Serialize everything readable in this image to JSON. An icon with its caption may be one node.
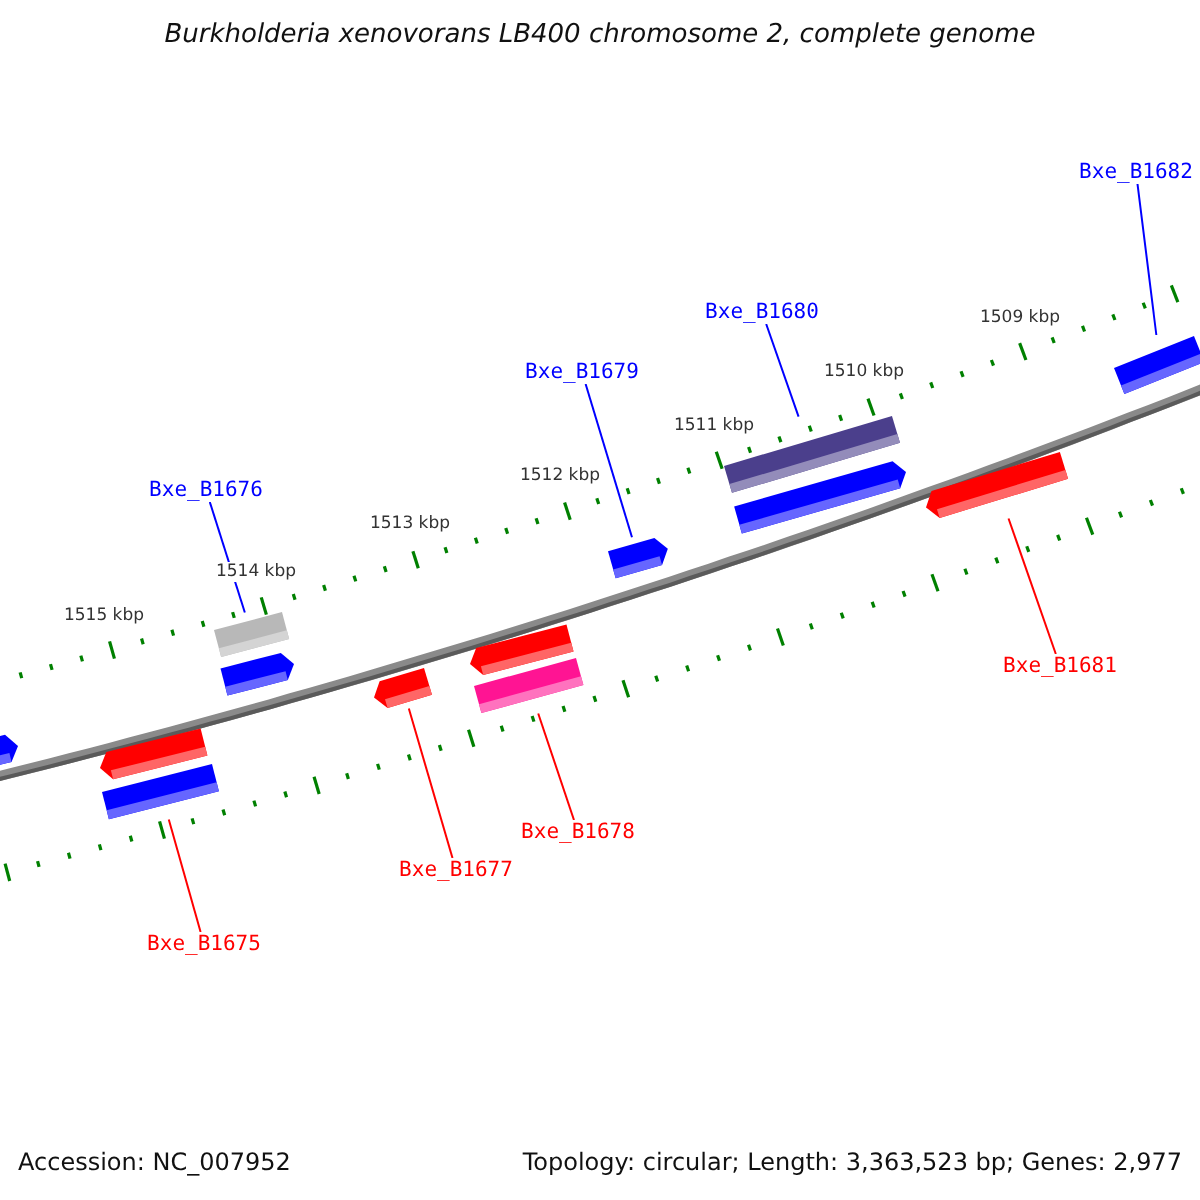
{
  "diagram": {
    "title": "Burkholderia xenovorans LB400 chromosome 2, complete genome",
    "nodes": [
      {
        "text": [
          "Bxe_B1682"
        ]
      },
      {
        "text": [
          "Bxe_B1680"
        ]
      },
      {
        "text": [
          "Bxe_B1679"
        ]
      },
      {
        "text": [
          "Bxe_B1676"
        ]
      },
      {
        "text": [
          "Bxe_B1681"
        ]
      },
      {
        "text": [
          "Bxe_B1678"
        ]
      },
      {
        "text": [
          "Bxe_B1677"
        ]
      },
      {
        "text": [
          "Bxe_B1675"
        ]
      },
      {
        "text": [],
        "shape": "bar"
      },
      {
        "text": [],
        "shape": "bar"
      },
      {
        "text": [],
        "shape": "bar"
      },
      {
        "text": [],
        "shape": "bar"
      },
      {
        "text": [],
        "shape": "bar"
      },
      {
        "text": [],
        "shape": "bar"
      },
      {
        "text": [],
        "shape": "bar"
      },
      {
        "text": [],
        "shape": "bar"
      }
    ],
    "edges": [
      {
        "from": 0,
        "to": 15,
        "arrow": "none",
        "color": "#0000ff"
      },
      {
        "from": 1,
        "to": 13,
        "arrow": "none",
        "color": "#0000ff"
      },
      {
        "from": 2,
        "to": 12,
        "arrow": "none",
        "color": "#0000ff"
      },
      {
        "from": 3,
        "to": 9,
        "arrow": "none",
        "color": "#0000ff"
      },
      {
        "from": 4,
        "to": 14,
        "arrow": "none",
        "color": "#ff0000"
      },
      {
        "from": 5,
        "to": 11,
        "arrow": "none",
        "color": "#ff0000"
      },
      {
        "from": 6,
        "to": 10,
        "arrow": "none",
        "color": "#ff0000"
      },
      {
        "from": 7,
        "to": 8,
        "arrow": "none",
        "color": "#ff0000"
      }
    ],
    "labels": [
      "1509 kbp",
      "1510 kbp",
      "1511 kbp",
      "1512 kbp",
      "1513 kbp",
      "1514 kbp",
      "1515 kbp",
      "Accession: NC_007952",
      "Topology: circular; Length: 3,363,523 bp; Genes: 2,977"
    ]
  }
}
